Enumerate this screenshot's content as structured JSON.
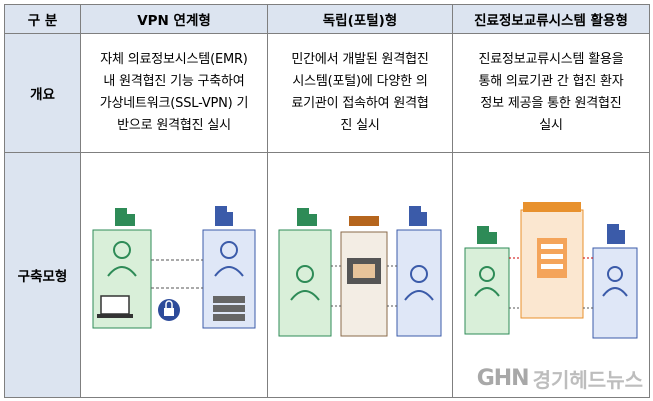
{
  "table": {
    "header": [
      "구  분",
      "VPN 연계형",
      "독립(포털)형",
      "진료정보교류시스템 활용형"
    ],
    "overview": {
      "label": "개요",
      "cells": [
        [
          "자체 의료정보시스템(EMR)",
          "내 원격협진 기능 구축하여",
          "가상네트워크(SSL-VPN) 기",
          "반으로 원격협진 실시"
        ],
        [
          "민간에서 개발된 원격협진",
          "시스템(포털)에 다양한 의",
          "료기관이 접속하여 원격협",
          "진 실시"
        ],
        [
          "진료정보교류시스템 활용을",
          "통해 의료기관 간 협진 환자",
          "정보 제공을 통한 원격협진",
          "실시"
        ]
      ]
    },
    "model": {
      "label": "구축모형"
    }
  },
  "watermark": {
    "logo": "GHN",
    "text": "경기헤드뉴스"
  },
  "colors": {
    "header_bg": "#dce4f0",
    "border": "#7f7f7f",
    "green": "#2e8b57",
    "blue": "#3b5ba9",
    "orange": "#e8912d"
  }
}
